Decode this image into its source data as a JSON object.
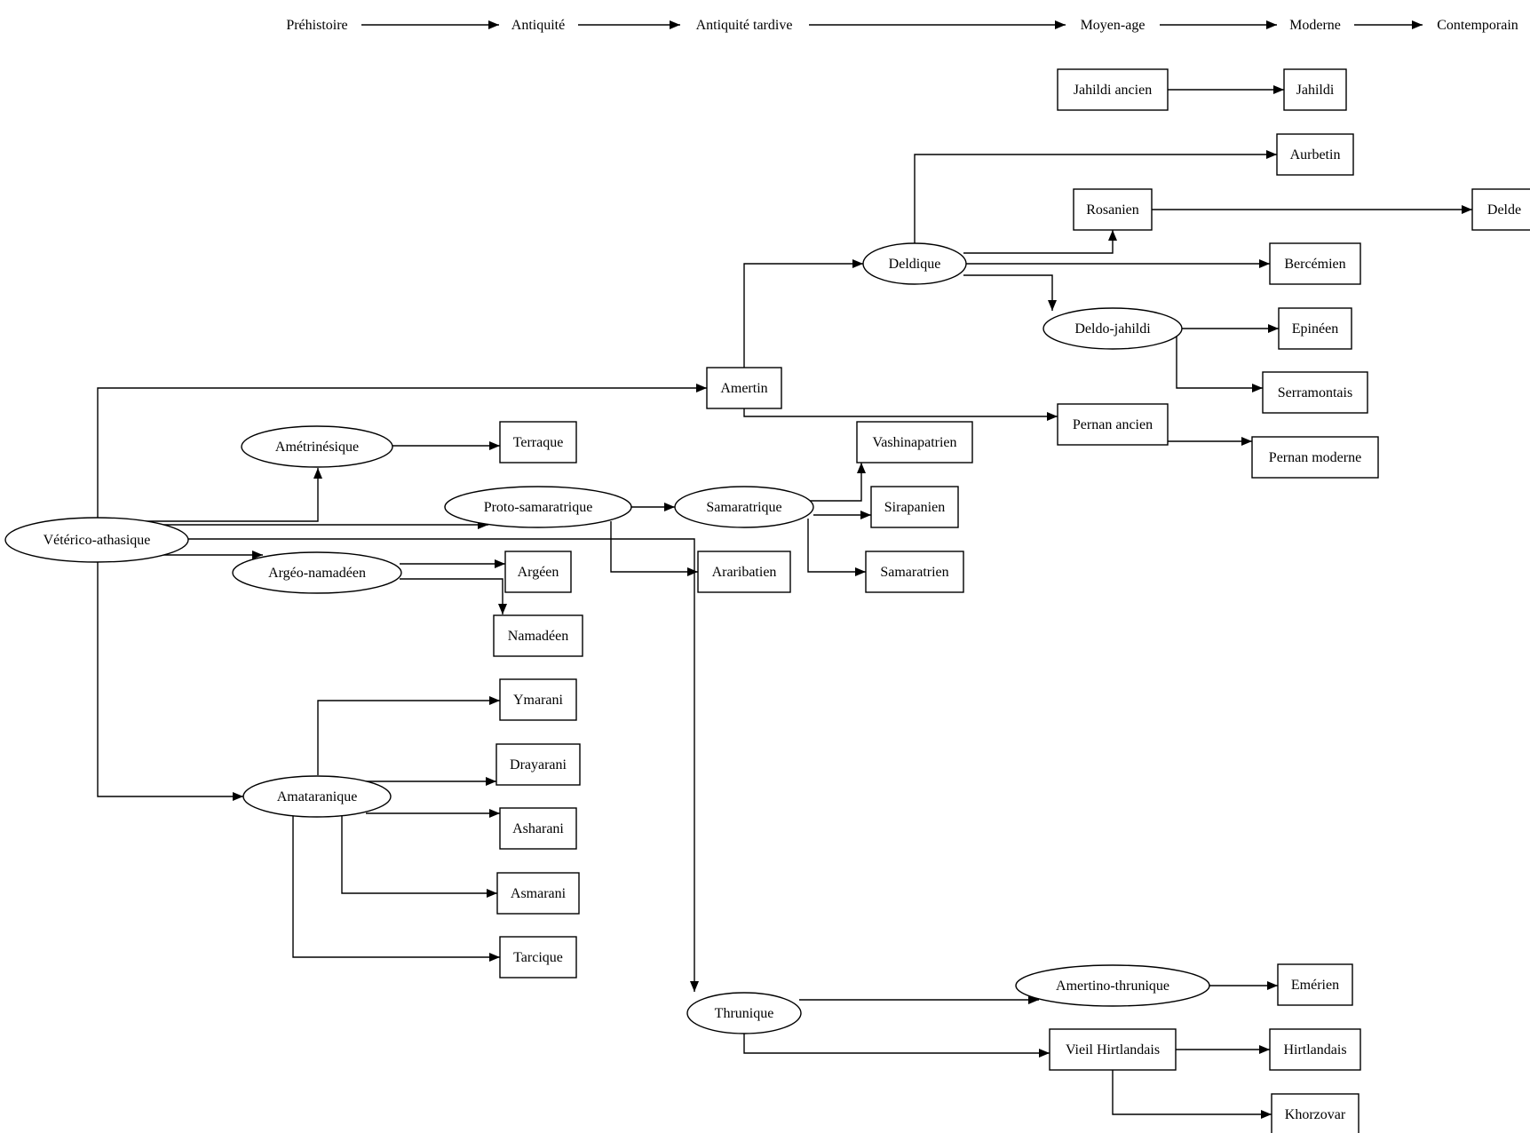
{
  "timeline": {
    "periods": [
      {
        "id": "p1",
        "label": "Préhistoire"
      },
      {
        "id": "p2",
        "label": "Antiquité"
      },
      {
        "id": "p3",
        "label": "Antiquité tardive"
      },
      {
        "id": "p4",
        "label": "Moyen-age"
      },
      {
        "id": "p5",
        "label": "Moderne"
      },
      {
        "id": "p6",
        "label": "Contemporain"
      }
    ]
  },
  "nodes": [
    {
      "id": "veterico",
      "label": "Vétérico-athasique",
      "shape": "ellipse"
    },
    {
      "id": "ametrinesique",
      "label": "Amétrinésique",
      "shape": "ellipse"
    },
    {
      "id": "argeo",
      "label": "Argéo-namadéen",
      "shape": "ellipse"
    },
    {
      "id": "amataranique",
      "label": "Amataranique",
      "shape": "ellipse"
    },
    {
      "id": "protosam",
      "label": "Proto-samaratrique",
      "shape": "ellipse"
    },
    {
      "id": "samaratrique",
      "label": "Samaratrique",
      "shape": "ellipse"
    },
    {
      "id": "deldique",
      "label": "Deldique",
      "shape": "ellipse"
    },
    {
      "id": "deldojah",
      "label": "Deldo-jahildi",
      "shape": "ellipse"
    },
    {
      "id": "thrunique",
      "label": "Thrunique",
      "shape": "ellipse"
    },
    {
      "id": "amertinothr",
      "label": "Amertino-thrunique",
      "shape": "ellipse"
    },
    {
      "id": "terraque",
      "label": "Terraque",
      "shape": "box"
    },
    {
      "id": "argeen",
      "label": "Argéen",
      "shape": "box"
    },
    {
      "id": "namadeen",
      "label": "Namadéen",
      "shape": "box"
    },
    {
      "id": "ymarani",
      "label": "Ymarani",
      "shape": "box"
    },
    {
      "id": "drayarani",
      "label": "Drayarani",
      "shape": "box"
    },
    {
      "id": "asharani",
      "label": "Asharani",
      "shape": "box"
    },
    {
      "id": "asmarani",
      "label": "Asmarani",
      "shape": "box"
    },
    {
      "id": "tarcique",
      "label": "Tarcique",
      "shape": "box"
    },
    {
      "id": "amertin",
      "label": "Amertin",
      "shape": "box"
    },
    {
      "id": "araribatien",
      "label": "Araribatien",
      "shape": "box"
    },
    {
      "id": "vashina",
      "label": "Vashinapatrien",
      "shape": "box"
    },
    {
      "id": "sirapanien",
      "label": "Sirapanien",
      "shape": "box"
    },
    {
      "id": "samaratrien",
      "label": "Samaratrien",
      "shape": "box"
    },
    {
      "id": "jahildiancien",
      "label": "Jahildi ancien",
      "shape": "box"
    },
    {
      "id": "rosanien",
      "label": "Rosanien",
      "shape": "box"
    },
    {
      "id": "pernanancien",
      "label": "Pernan ancien",
      "shape": "box"
    },
    {
      "id": "vieilhirt",
      "label": "Vieil Hirtlandais",
      "shape": "box"
    },
    {
      "id": "jahildi",
      "label": "Jahildi",
      "shape": "box"
    },
    {
      "id": "aurbetin",
      "label": "Aurbetin",
      "shape": "box"
    },
    {
      "id": "bercemien",
      "label": "Bercémien",
      "shape": "box"
    },
    {
      "id": "epineen",
      "label": "Epinéen",
      "shape": "box"
    },
    {
      "id": "serramontais",
      "label": "Serramontais",
      "shape": "box"
    },
    {
      "id": "pernanmoderne",
      "label": "Pernan moderne",
      "shape": "box"
    },
    {
      "id": "emerien",
      "label": "Emérien",
      "shape": "box"
    },
    {
      "id": "hirtlandais",
      "label": "Hirtlandais",
      "shape": "box"
    },
    {
      "id": "khorzovar",
      "label": "Khorzovar",
      "shape": "box"
    },
    {
      "id": "delde",
      "label": "Delde",
      "shape": "box"
    }
  ],
  "edges": [
    {
      "from": "p1",
      "to": "p2"
    },
    {
      "from": "p2",
      "to": "p3"
    },
    {
      "from": "p3",
      "to": "p4"
    },
    {
      "from": "p4",
      "to": "p5"
    },
    {
      "from": "p5",
      "to": "p6"
    },
    {
      "from": "veterico",
      "to": "amertin"
    },
    {
      "from": "veterico",
      "to": "ametrinesique"
    },
    {
      "from": "veterico",
      "to": "protosam"
    },
    {
      "from": "veterico",
      "to": "argeo"
    },
    {
      "from": "veterico",
      "to": "thrunique"
    },
    {
      "from": "veterico",
      "to": "amataranique"
    },
    {
      "from": "ametrinesique",
      "to": "terraque"
    },
    {
      "from": "argeo",
      "to": "argeen"
    },
    {
      "from": "argeo",
      "to": "namadeen"
    },
    {
      "from": "amataranique",
      "to": "ymarani"
    },
    {
      "from": "amataranique",
      "to": "drayarani"
    },
    {
      "from": "amataranique",
      "to": "asharani"
    },
    {
      "from": "amataranique",
      "to": "asmarani"
    },
    {
      "from": "amataranique",
      "to": "tarcique"
    },
    {
      "from": "protosam",
      "to": "samaratrique"
    },
    {
      "from": "protosam",
      "to": "araribatien"
    },
    {
      "from": "samaratrique",
      "to": "vashina"
    },
    {
      "from": "samaratrique",
      "to": "sirapanien"
    },
    {
      "from": "samaratrique",
      "to": "samaratrien"
    },
    {
      "from": "amertin",
      "to": "deldique"
    },
    {
      "from": "amertin",
      "to": "pernanancien"
    },
    {
      "from": "deldique",
      "to": "aurbetin"
    },
    {
      "from": "deldique",
      "to": "rosanien"
    },
    {
      "from": "deldique",
      "to": "bercemien"
    },
    {
      "from": "deldique",
      "to": "deldojah"
    },
    {
      "from": "deldojah",
      "to": "epineen"
    },
    {
      "from": "deldojah",
      "to": "serramontais"
    },
    {
      "from": "rosanien",
      "to": "delde"
    },
    {
      "from": "jahildiancien",
      "to": "jahildi"
    },
    {
      "from": "pernanancien",
      "to": "pernanmoderne"
    },
    {
      "from": "thrunique",
      "to": "amertinothr"
    },
    {
      "from": "thrunique",
      "to": "vieilhirt"
    },
    {
      "from": "amertinothr",
      "to": "emerien"
    },
    {
      "from": "vieilhirt",
      "to": "hirtlandais"
    },
    {
      "from": "vieilhirt",
      "to": "khorzovar"
    }
  ]
}
